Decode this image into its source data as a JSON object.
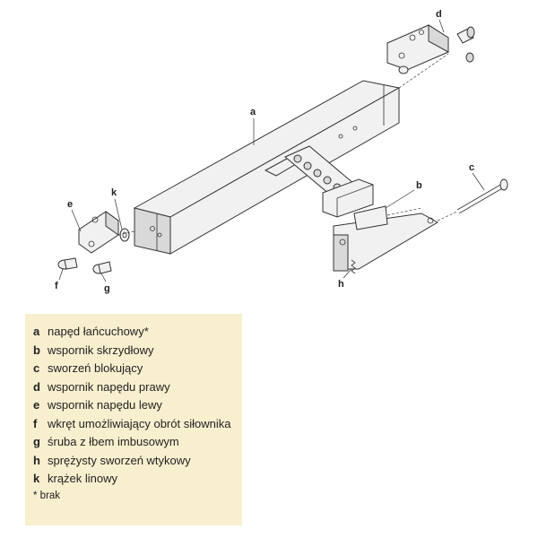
{
  "callouts": {
    "a": "a",
    "b": "b",
    "c": "c",
    "d": "d",
    "e": "e",
    "f": "f",
    "g": "g",
    "h": "h",
    "k": "k"
  },
  "legend": {
    "items": [
      {
        "key": "a",
        "text": "napęd łańcuchowy*"
      },
      {
        "key": "b",
        "text": "wspornik skrzydłowy"
      },
      {
        "key": "c",
        "text": "sworzeń blokujący"
      },
      {
        "key": "d",
        "text": "wspornik napędu prawy"
      },
      {
        "key": "e",
        "text": "wspornik napędu lewy"
      },
      {
        "key": "f",
        "text": "wkręt umożliwiający obrót siłownika"
      },
      {
        "key": "g",
        "text": "śruba z łbem imbusowym"
      },
      {
        "key": "h",
        "text": "sprężysty sworzeń wtykowy"
      },
      {
        "key": "k",
        "text": "krążek linowy"
      }
    ],
    "note": "* brak"
  },
  "colors": {
    "legend_background": "#f8efcf",
    "line": "#333333"
  }
}
